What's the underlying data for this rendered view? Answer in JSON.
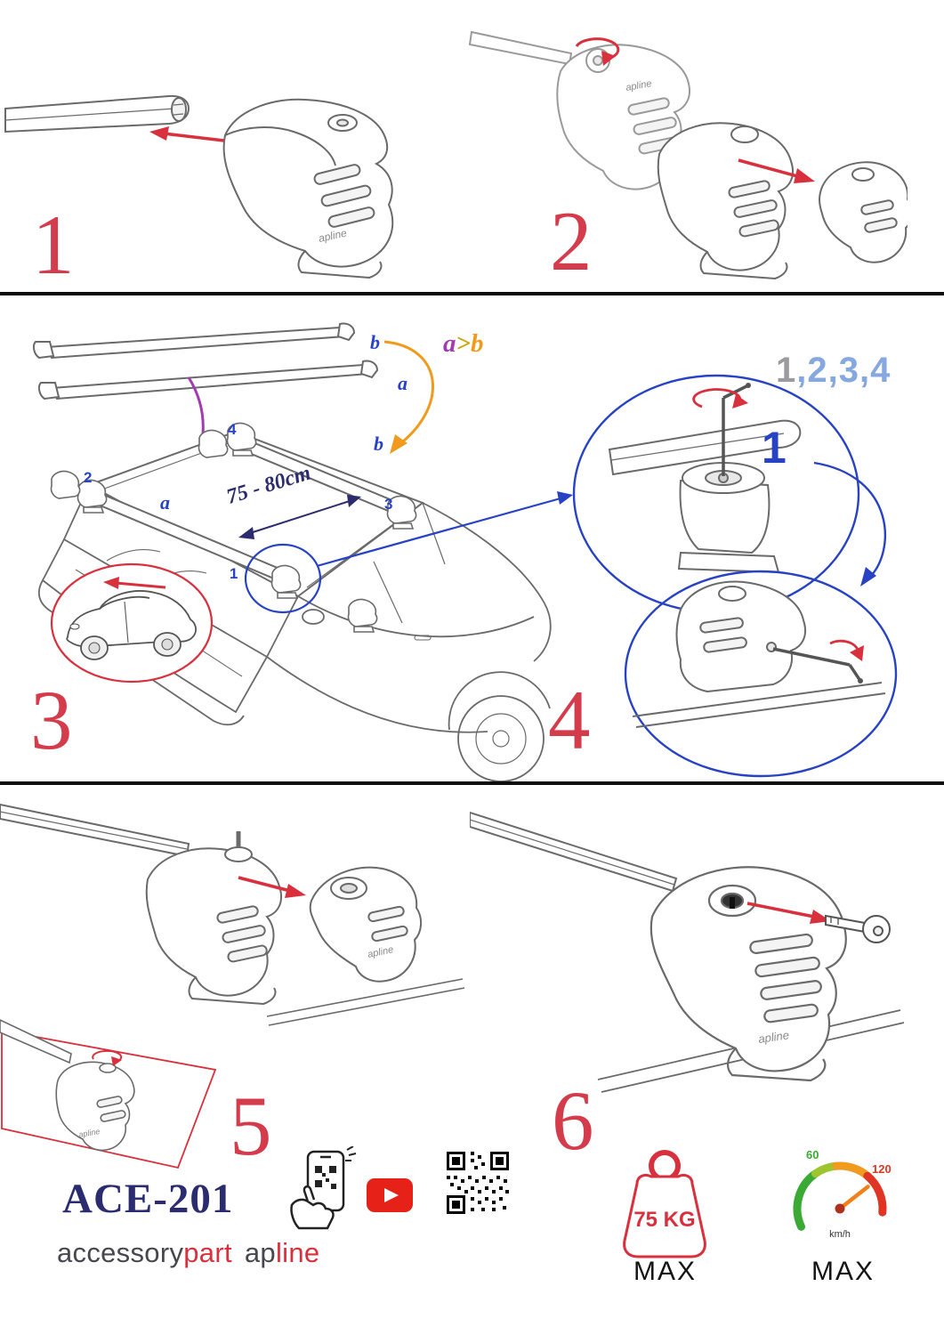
{
  "document": {
    "type": "roof-rack-installation-instructions"
  },
  "steps": [
    {
      "number": "1"
    },
    {
      "number": "2"
    },
    {
      "number": "3"
    },
    {
      "number": "4"
    },
    {
      "number": "5"
    },
    {
      "number": "6"
    }
  ],
  "step3": {
    "bar_label_a": "a",
    "bar_label_b": "b",
    "roof_label_a": "a",
    "roof_label_b": "b",
    "compare_a": "a",
    "compare_gt": ">",
    "compare_b": "b",
    "dimension": "75 - 80cm",
    "point1": "1",
    "point2": "2",
    "point3": "3",
    "point4": "4"
  },
  "step4": {
    "sequence_first": "1",
    "sequence_rest": ",2,3,4",
    "detail_number": "1"
  },
  "logo_text": "apline",
  "footer": {
    "model": "ACE-201",
    "brand_accessory": "accessory",
    "brand_part": "part",
    "brand_ap": "ap",
    "brand_line": "line",
    "weight_value": "75 KG",
    "weight_max": "MAX",
    "speed_low": "60",
    "speed_high": "120",
    "speed_unit": "km/h",
    "speed_max": "MAX"
  },
  "colors": {
    "step_number_red": "#d43c4c",
    "arrow_red": "#d8303c",
    "detail_blue": "#2743c4",
    "sequence_gray": "#9a9aa0",
    "sequence_blue": "#86a8e0",
    "purple": "#a23ab2",
    "orange": "#f09a1e",
    "compare_yellow": "#c8a400",
    "dimension_navy": "#2b2b6e",
    "brand_navy": "#2b2b70",
    "brand_gray": "#46464e",
    "brand_red": "#d8303c",
    "youtube_red": "#e62117",
    "speed_green": "#3aaa35",
    "speed_red": "#e03424"
  }
}
